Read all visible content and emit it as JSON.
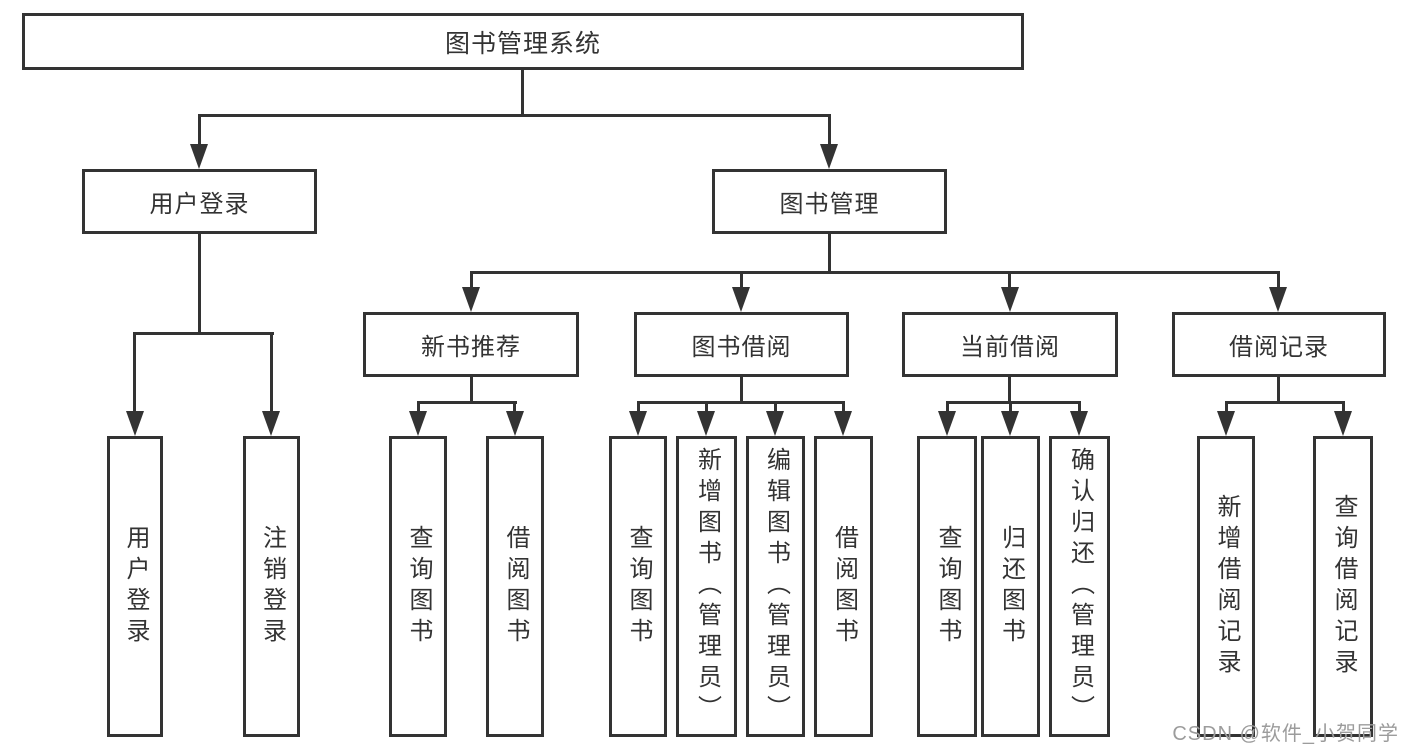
{
  "diagram": {
    "root": {
      "label": "图书管理系统"
    },
    "level2": [
      {
        "label": "用户登录"
      },
      {
        "label": "图书管理"
      }
    ],
    "level3": [
      {
        "label": "新书推荐"
      },
      {
        "label": "图书借阅"
      },
      {
        "label": "当前借阅"
      },
      {
        "label": "借阅记录"
      }
    ],
    "leaves": [
      {
        "label": "用户登录"
      },
      {
        "label": "注销登录"
      },
      {
        "label": "查询图书"
      },
      {
        "label": "借阅图书"
      },
      {
        "label": "查询图书"
      },
      {
        "label": "新增图书（管理员）"
      },
      {
        "label": "编辑图书（管理员）"
      },
      {
        "label": "借阅图书"
      },
      {
        "label": "查询图书"
      },
      {
        "label": "归还图书"
      },
      {
        "label": "确认归还（管理员）"
      },
      {
        "label": "新增借阅记录"
      },
      {
        "label": "查询借阅记录"
      }
    ]
  },
  "watermark": {
    "text": "CSDN @软件_小贺同学"
  },
  "colors": {
    "line": "#333333",
    "text": "#333333",
    "watermark": "#9c9c9c",
    "background": "#ffffff"
  }
}
